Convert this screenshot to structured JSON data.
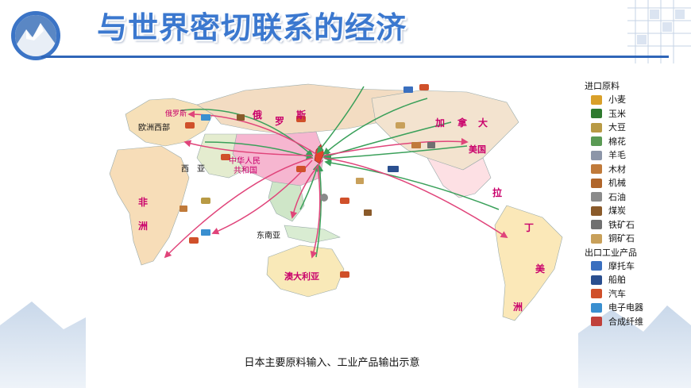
{
  "title": "与世界密切联系的经济",
  "map": {
    "caption": "日本主要原料输入、工业产品输出示意",
    "regions": {
      "africa": [
        "非",
        "洲"
      ],
      "europe_west": "欧洲西部",
      "west_asia": "西　亚",
      "southeast_asia": "东南亚",
      "russia": [
        "俄",
        "罗",
        "斯"
      ],
      "russia_small": "俄罗斯",
      "china": [
        "中华人民",
        "共和国"
      ],
      "australia": "澳大利亚",
      "canada": [
        "加",
        "拿",
        "大"
      ],
      "usa": "美国",
      "latin_america": [
        "拉",
        "丁",
        "美",
        "洲"
      ]
    }
  },
  "legend": {
    "import_heading": "进口原料",
    "imports": [
      {
        "label": "小麦",
        "icon": "wheat-icon",
        "color": "#d9a02a"
      },
      {
        "label": "玉米",
        "icon": "corn-icon",
        "color": "#2e7a2e"
      },
      {
        "label": "大豆",
        "icon": "soybean-icon",
        "color": "#b89a44"
      },
      {
        "label": "棉花",
        "icon": "cotton-icon",
        "color": "#5a9a54"
      },
      {
        "label": "羊毛",
        "icon": "wool-icon",
        "color": "#8c95a8"
      },
      {
        "label": "木材",
        "icon": "timber-icon",
        "color": "#c07a3a"
      },
      {
        "label": "机械",
        "icon": "machinery-icon",
        "color": "#b0652a"
      },
      {
        "label": "石油",
        "icon": "oil-icon",
        "color": "#8a8a8a"
      },
      {
        "label": "煤炭",
        "icon": "coal-icon",
        "color": "#8a5a2a"
      },
      {
        "label": "铁矿石",
        "icon": "iron-ore-icon",
        "color": "#707070"
      },
      {
        "label": "铜矿石",
        "icon": "copper-ore-icon",
        "color": "#c8a05a"
      }
    ],
    "export_heading": "出口工业产品",
    "exports": [
      {
        "label": "摩托车",
        "icon": "motorcycle-icon",
        "color": "#3a6fbf"
      },
      {
        "label": "船舶",
        "icon": "ship-icon",
        "color": "#2a4f8f"
      },
      {
        "label": "汽车",
        "icon": "car-icon",
        "color": "#d0502a"
      },
      {
        "label": "电子电器",
        "icon": "laptop-icon",
        "color": "#3a8fd0"
      },
      {
        "label": "合成纤维",
        "icon": "fiber-icon",
        "color": "#c0403a"
      }
    ]
  },
  "colors": {
    "title": "#3b78cf",
    "import_arrow": "#3aa05a",
    "export_arrow": "#e0447a",
    "label_magenta": "#c9006b"
  }
}
